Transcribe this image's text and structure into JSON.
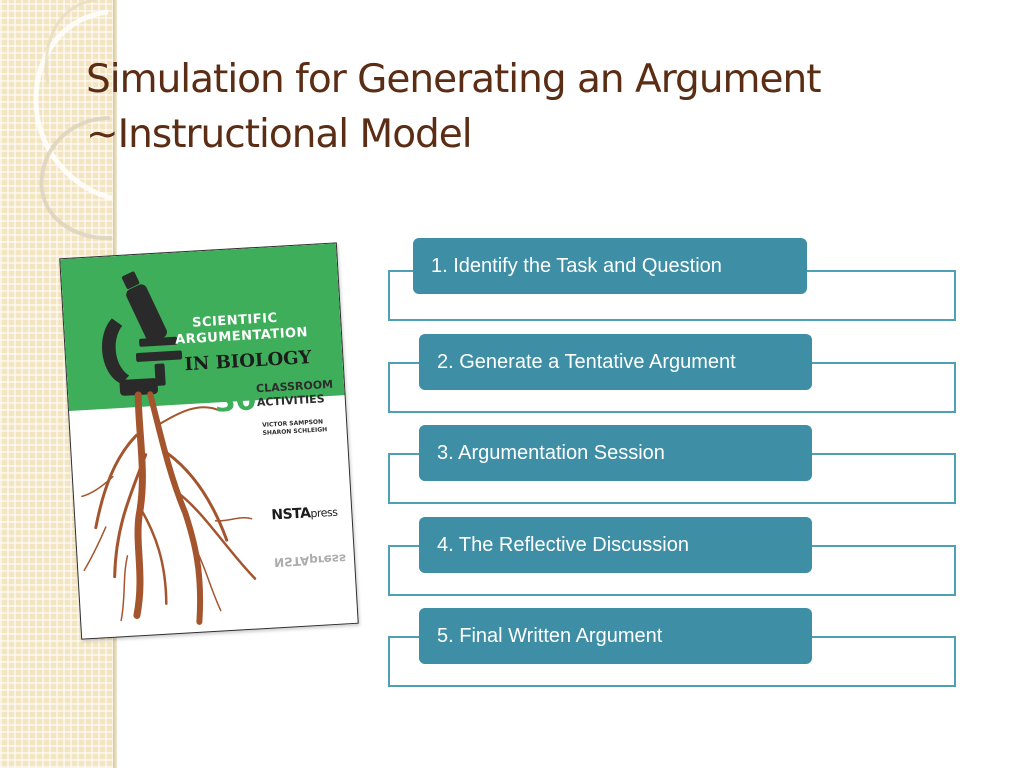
{
  "slide": {
    "title_line1": "Simulation for Generating an Argument",
    "title_line2": "~Instructional Model"
  },
  "book": {
    "line_scientific": "SCIENTIFIC",
    "line_argumentation": "ARGUMENTATION",
    "line_biology": "IN BIOLOGY",
    "number": "30",
    "line_classroom": "CLASSROOM",
    "line_activities": "ACTIVITIES",
    "author1": "VICTOR SAMPSON",
    "author2": "SHARON SCHLEIGH",
    "publisher_bold": "NSTA",
    "publisher_light": "press"
  },
  "steps": [
    {
      "label": "1. Identify the Task and Question"
    },
    {
      "label": "2. Generate a Tentative Argument"
    },
    {
      "label": "3. Argumentation Session"
    },
    {
      "label": "4. The Reflective Discussion"
    },
    {
      "label": "5. Final Written Argument"
    }
  ],
  "colors": {
    "title": "#5b2d14",
    "step_fill": "#3e8fa5",
    "step_border": "#4da0b6",
    "book_green": "#3fae5a",
    "strip": "#f3e5c2"
  }
}
